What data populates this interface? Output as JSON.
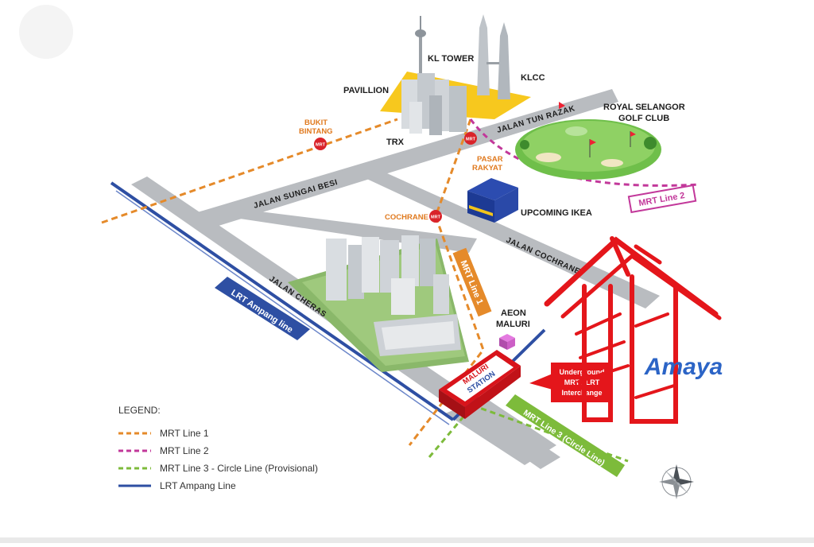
{
  "landmarks": {
    "kl_tower": "KL TOWER",
    "klcc": "KLCC",
    "pavillion": "PAVILLION",
    "trx": "TRX",
    "royal_selangor_line1": "ROYAL SELANGOR",
    "royal_selangor_line2": "GOLF CLUB",
    "upcoming_ikea": "UPCOMING IKEA",
    "aeon_line1": "AEON",
    "aeon_line2": "MALURI"
  },
  "stations": {
    "bukit_bintang_line1": "BUKIT",
    "bukit_bintang_line2": "BINTANG",
    "pasar_rakyat_line1": "PASAR",
    "pasar_rakyat_line2": "RAKYAT",
    "cochrane": "COCHRANE",
    "maluri_line1": "MALURI",
    "maluri_line2": "STATION",
    "mrt_marker": "MRT"
  },
  "roads": {
    "jalan_sungai_besi": "JALAN SUNGAI BESI",
    "jalan_tun_razak": "JALAN TUN RAZAK",
    "jalan_cochrane": "JALAN COCHRANE",
    "jalan_cheras": "JALAN CHERAS"
  },
  "line_tags": {
    "mrt_line_1": "MRT Line 1",
    "mrt_line_2": "MRT Line 2",
    "mrt_line_3": "MRT Line 3 (Circle Line)",
    "lrt_ampang": "LRT Ampang line"
  },
  "callout": {
    "line1": "Underground",
    "line2": "MRT / LRT",
    "line3": "Interchange"
  },
  "brand": {
    "name": "Amaya"
  },
  "legend": {
    "title": "LEGEND:",
    "items": [
      {
        "label": "MRT Line 1",
        "color": "#e58a2a",
        "style": "dashed"
      },
      {
        "label": "MRT Line 2",
        "color": "#c2389a",
        "style": "dashed"
      },
      {
        "label": "MRT Line 3 - Circle Line (Provisional)",
        "color": "#7dbb3b",
        "style": "dashed"
      },
      {
        "label": "LRT Ampang Line",
        "color": "#2e4fa3",
        "style": "solid"
      }
    ]
  },
  "colors": {
    "mrt1": "#e58a2a",
    "mrt2": "#c2389a",
    "mrt3": "#7dbb3b",
    "lrt": "#2e4fa3",
    "road": "#b9bcc0",
    "amaya_red": "#e4161b",
    "amaya_blue": "#2b64c6"
  }
}
